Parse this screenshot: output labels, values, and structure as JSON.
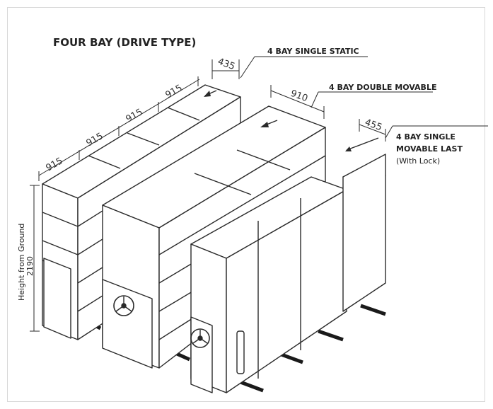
{
  "title": "FOUR BAY (DRIVE TYPE)",
  "callouts": {
    "static": "4 BAY SINGLE STATIC",
    "double": "4 BAY DOUBLE MOVABLE",
    "last_line1": "4 BAY SINGLE",
    "last_line2": "MOVABLE LAST",
    "last_line3": "(With Lock)"
  },
  "dimensions": {
    "bay_widths": [
      "915",
      "915",
      "915",
      "915"
    ],
    "static_depth": "435",
    "double_depth": "910",
    "last_depth": "455"
  },
  "height": {
    "label": "Height from Ground",
    "value": "2190"
  },
  "colors": {
    "line": "#2a2a2a",
    "fill": "#ffffff",
    "shade": "#f2f2f2",
    "rail": "#1a1a1a"
  }
}
